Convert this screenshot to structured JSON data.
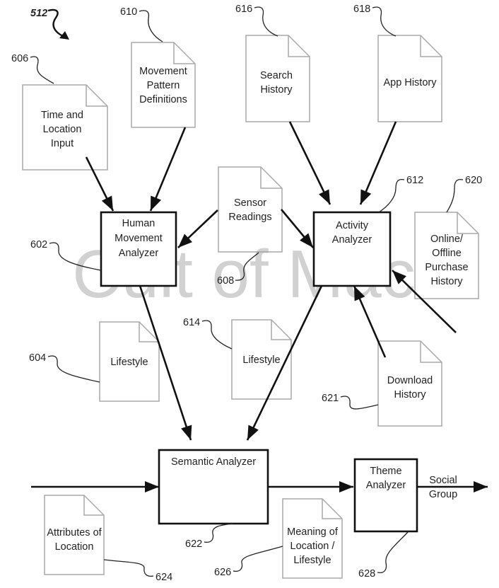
{
  "figure": {
    "reference": "512",
    "watermark": "Cult of Mac"
  },
  "analyzers": {
    "human_movement": {
      "ref": "602",
      "lines": [
        "Human",
        "Movement",
        "Analyzer"
      ]
    },
    "activity": {
      "ref": "612",
      "lines": [
        "Activity",
        "Analyzer"
      ]
    },
    "semantic": {
      "ref": "622",
      "lines": [
        "Semantic Analyzer"
      ]
    },
    "theme": {
      "ref": "628",
      "lines": [
        "Theme",
        "Analyzer"
      ]
    }
  },
  "documents": {
    "time_location_input": {
      "ref": "606",
      "lines": [
        "Time and",
        "Location",
        "Input"
      ]
    },
    "movement_pattern_definitions": {
      "ref": "610",
      "lines": [
        "Movement",
        "Pattern",
        "Definitions"
      ]
    },
    "search_history": {
      "ref": "616",
      "lines": [
        "Search",
        "History"
      ]
    },
    "app_history": {
      "ref": "618",
      "lines": [
        "App History"
      ]
    },
    "sensor_readings": {
      "ref": "608",
      "lines": [
        "Sensor",
        "Readings"
      ]
    },
    "online_offline_purchase_history": {
      "ref": "620",
      "lines": [
        "Online/",
        "Offline",
        "Purchase",
        "History"
      ]
    },
    "lifestyle_left": {
      "ref": "604",
      "lines": [
        "Lifestyle"
      ]
    },
    "lifestyle_center": {
      "ref": "614",
      "lines": [
        "Lifestyle"
      ]
    },
    "download_history": {
      "ref": "621",
      "lines": [
        "Download",
        "History"
      ]
    },
    "attributes_of_location": {
      "ref": "624",
      "lines": [
        "Attributes of",
        "Location"
      ]
    },
    "meaning_of_location_lifestyle": {
      "ref": "626",
      "lines": [
        "Meaning of",
        "Location /",
        "Lifestyle"
      ]
    }
  },
  "output": {
    "lines": [
      "Social",
      "Group"
    ]
  }
}
